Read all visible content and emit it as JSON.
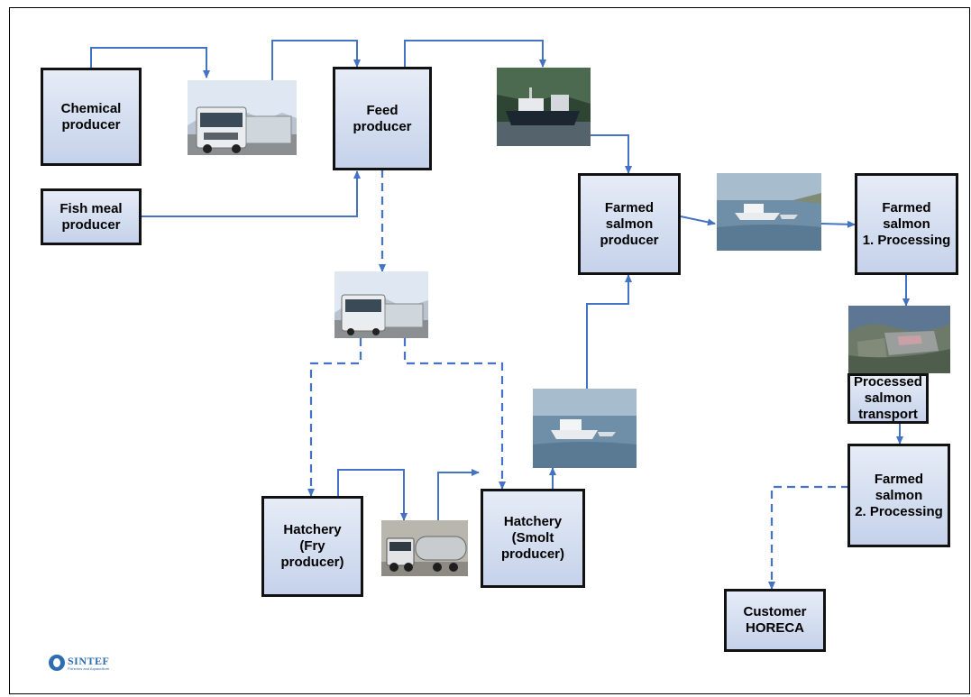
{
  "nodes": {
    "chemical_producer": "Chemical\nproducer",
    "fish_meal_producer": "Fish meal\nproducer",
    "feed_producer": "Feed\nproducer",
    "farmed_salmon_producer": "Farmed\nsalmon\nproducer",
    "farmed_salmon_processing_1": "Farmed\nsalmon\n1. Processing",
    "processed_salmon_transport": "Processed\nsalmon\ntransport",
    "farmed_salmon_processing_2": "Farmed\nsalmon\n2. Processing",
    "customer_horeca": "Customer\nHORECA",
    "hatchery_fry": "Hatchery\n(Fry\nproducer)",
    "hatchery_smolt": "Hatchery\n(Smolt\nproducer)"
  },
  "photos": {
    "truck_top": "truck-photo",
    "feed_ship": "feed-ship-photo",
    "wellboat_right": "wellboat-photo",
    "truck_middle": "truck-photo",
    "aerial_map": "aerial-photo",
    "wellboat_lower": "wellboat-photo",
    "tank_truck": "tank-truck-photo"
  },
  "logo": {
    "name": "SINTEF",
    "subtitle": "Fisheries and Aquaculture"
  },
  "colors": {
    "arrow": "#4472c4",
    "box_border": "#111111",
    "box_fill_top": "#e6ecf7",
    "box_fill_bottom": "#c5d2ea"
  }
}
